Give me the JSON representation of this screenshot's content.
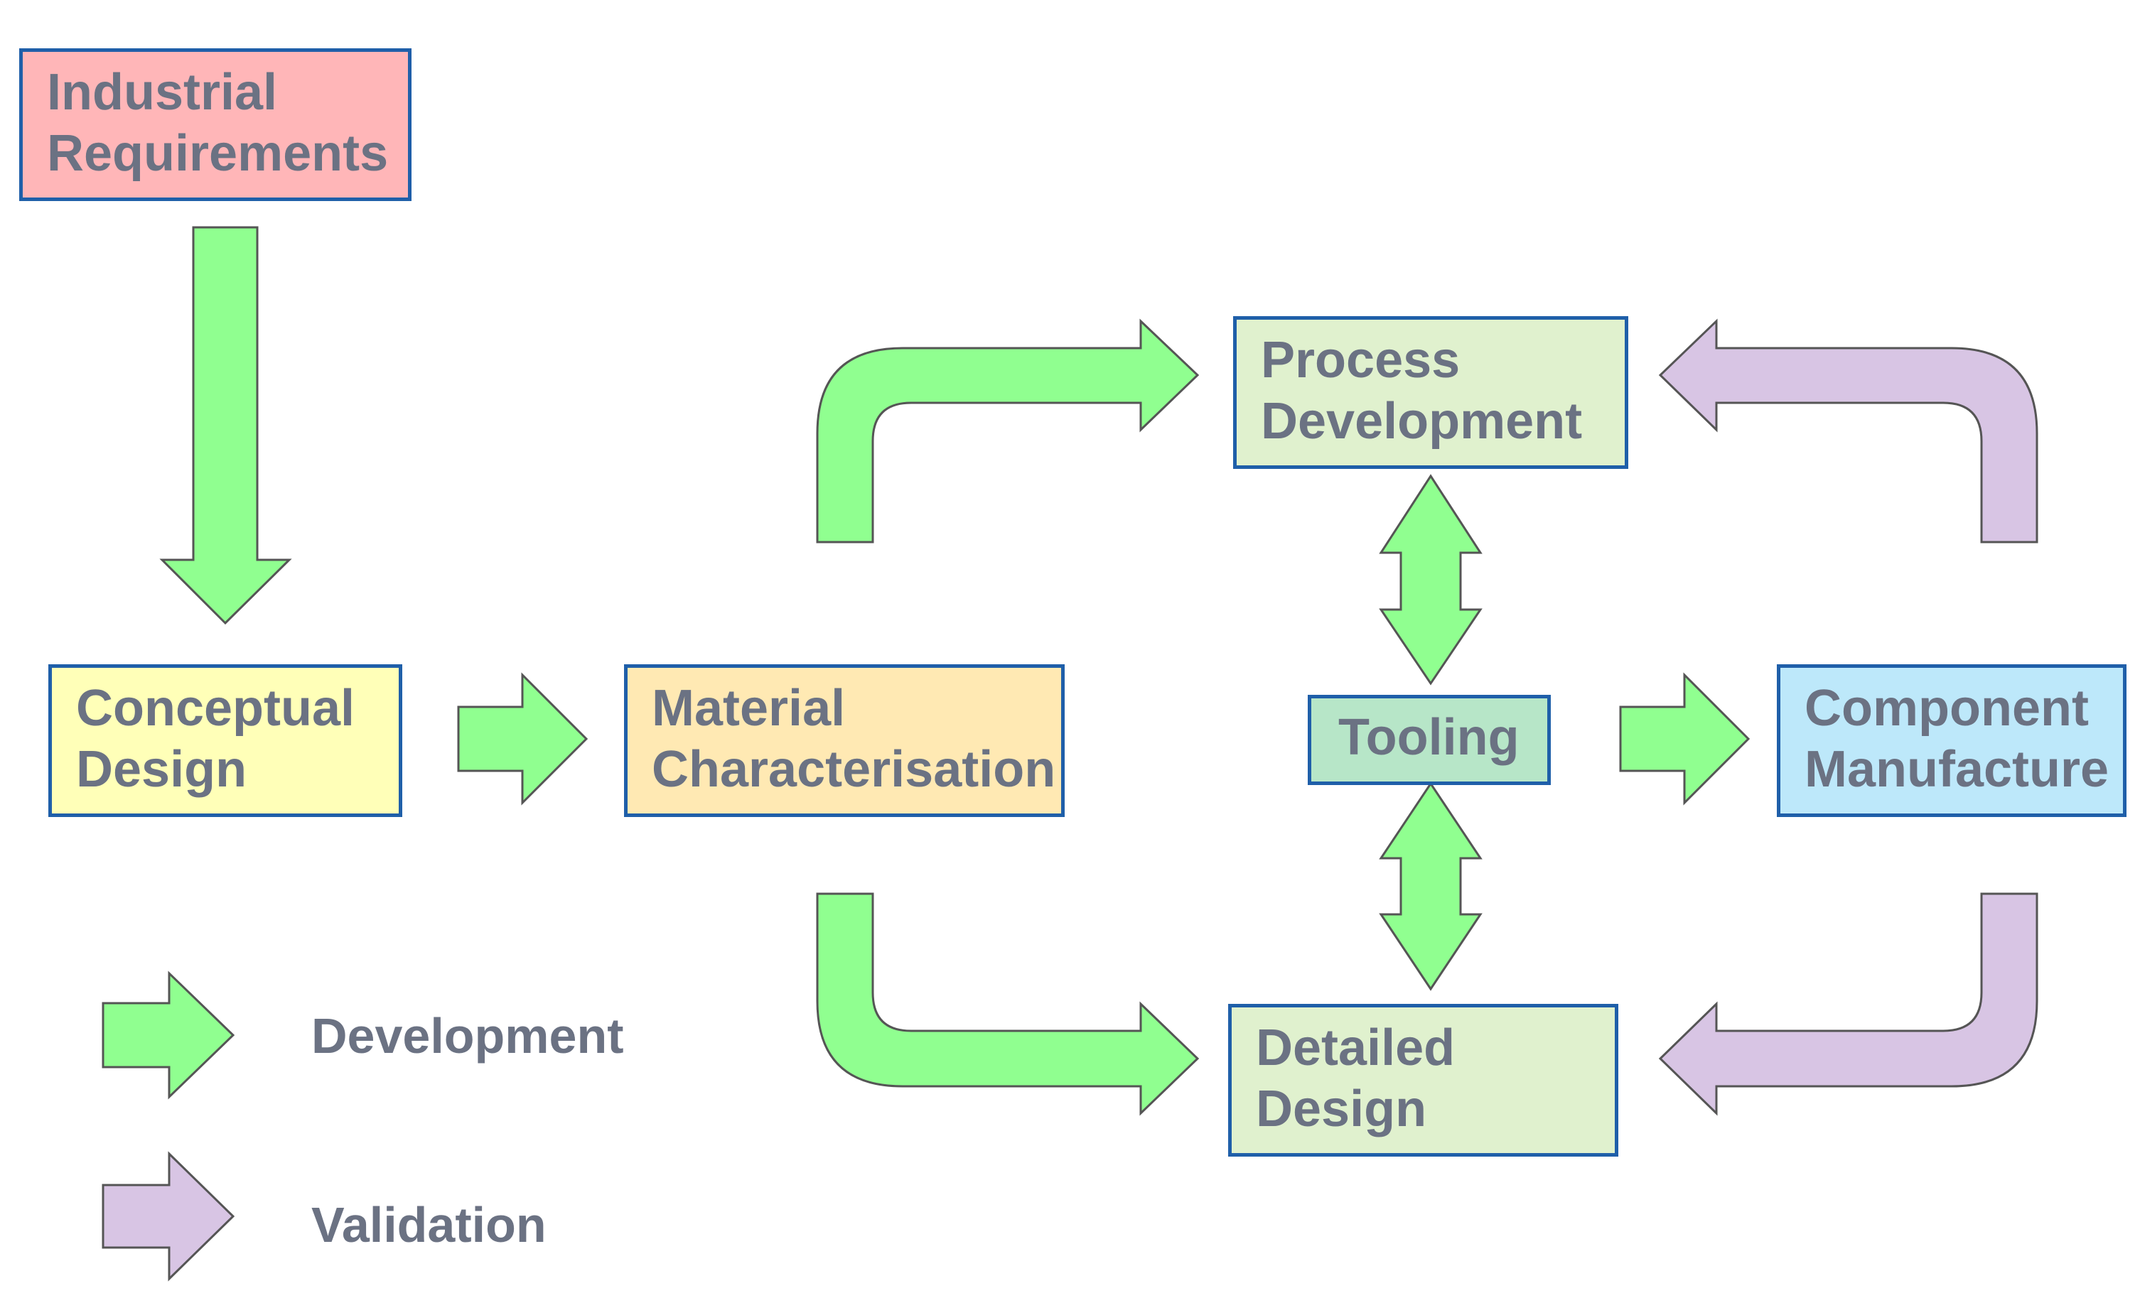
{
  "nodes": {
    "industrial_requirements": {
      "line1": "Industrial",
      "line2": "Requirements",
      "fill": "#ffb6b8"
    },
    "conceptual_design": {
      "line1": "Conceptual",
      "line2": "Design",
      "fill": "#ffffb8"
    },
    "material_characterisation": {
      "line1": "Material",
      "line2": "Characterisation",
      "fill": "#ffe9b3"
    },
    "process_development": {
      "line1": "Process",
      "line2": "Development",
      "fill": "#e0f1ce"
    },
    "tooling": {
      "line1": "Tooling",
      "fill": "#b7e6c8"
    },
    "component_manufacture": {
      "line1": "Component",
      "line2": "Manufacture",
      "fill": "#bde8fa"
    },
    "detailed_design": {
      "line1": "Detailed",
      "line2": "Design",
      "fill": "#e0f1ce"
    }
  },
  "legend": {
    "development": {
      "label": "Development",
      "color": "#90ff90"
    },
    "validation": {
      "label": "Validation",
      "color": "#d8c5e4"
    }
  },
  "colors": {
    "border": "#1f5fa9",
    "text": "#6b7283",
    "arrow_stroke": "#555555"
  }
}
